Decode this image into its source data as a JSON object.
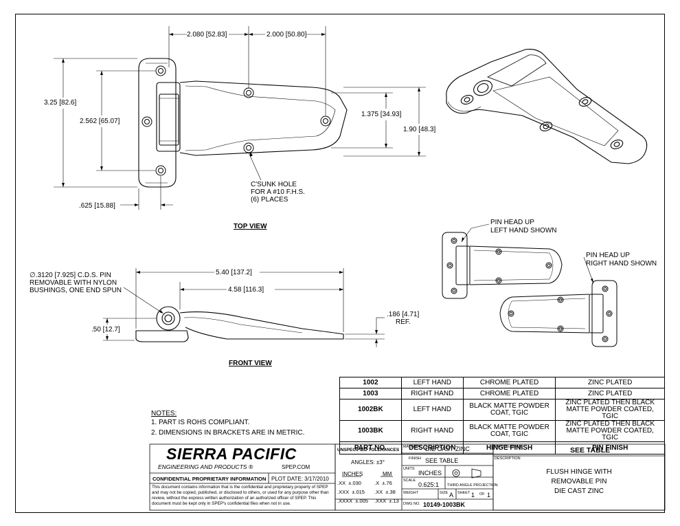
{
  "dimensions": {
    "top_left_span": "2.080",
    "top_left_span_mm": "52.83",
    "top_right_span": "2.000",
    "top_right_span_mm": "50.80",
    "overall_height": "3.25",
    "overall_height_mm": "82.6",
    "hole_spacing": "2.562",
    "hole_spacing_mm": "65.07",
    "leaf_width": "1.375",
    "leaf_width_mm": "34.93",
    "leaf_height": "1.90",
    "leaf_height_mm": "48.3",
    "edge_offset": ".625",
    "edge_offset_mm": "15.88",
    "overall_length": "5.40",
    "overall_length_mm": "137.2",
    "leaf_length": "4.58",
    "leaf_length_mm": "116.3",
    "thickness": ".50",
    "thickness_mm": "12.7",
    "ref_dim": ".186",
    "ref_dim_mm": "4.71",
    "ref_label": "REF."
  },
  "callouts": {
    "csunk_line1": "C'SUNK HOLE",
    "csunk_line2": "FOR A #10 F.H.S.",
    "csunk_line3": "(6) PLACES",
    "pin_line1": "∅.3120",
    "pin_line1_mm": "7.925",
    "pin_line1_tail": "C.D.S. PIN",
    "pin_line2": "REMOVABLE WITH NYLON",
    "pin_line3": "BUSHINGS, ONE END SPUN",
    "left_hand_line1": "PIN HEAD UP",
    "left_hand_line2": "LEFT HAND SHOWN",
    "right_hand_line1": "PIN HEAD UP",
    "right_hand_line2": "RIGHT HAND SHOWN"
  },
  "view_titles": {
    "top": "TOP VIEW",
    "front": "FRONT VIEW"
  },
  "notes": {
    "title": "NOTES:",
    "items": [
      "1.   PART IS ROHS COMPLIANT.",
      "2.   DIMENSIONS IN BRACKETS ARE IN METRIC."
    ]
  },
  "parts_table": {
    "rows": [
      {
        "part": "1002",
        "desc": "LEFT HAND",
        "hinge": "CHROME PLATED",
        "pin": "ZINC PLATED"
      },
      {
        "part": "1003",
        "desc": "RIGHT HAND",
        "hinge": "CHROME PLATED",
        "pin": "ZINC PLATED"
      },
      {
        "part": "1002BK",
        "desc": "LEFT HAND",
        "hinge": "BLACK MATTE POWDER COAT, TGIC",
        "pin": "ZINC PLATED THEN BLACK MATTE POWDER COATED, TGIC"
      },
      {
        "part": "1003BK",
        "desc": "RIGHT HAND",
        "hinge": "BLACK MATTE POWDER COAT, TGIC",
        "pin": "ZINC PLATED THEN BLACK MATTE POWDER COATED, TGIC"
      }
    ],
    "headers": {
      "part": "PART NO.",
      "desc": "DESCRIPTION",
      "hinge": "HINGE FINISH",
      "pin": "PIN FINISH"
    }
  },
  "title_block": {
    "company": "SIERRA PACIFIC",
    "company_sub": "ENGINEERING AND PRODUCTS",
    "reg_mark": "®",
    "website": "SPEP.COM",
    "confidential_title": "CONFIDENTIAL PROPRIETARY INFORMATION",
    "plot_date_label": "PLOT DATE:",
    "plot_date": "3/17/2010",
    "confidential_text": "This document contains information that is the confidential and proprietary property of SPEP and may not be copied, published, or disclosed to others, or used for any purpose other than review, without the express written authorization of an authorized officer of SPEP. This document must be kept only in SPEP's confidential files when not in use.",
    "unspecified_tolerances": "UNSPECIFIED TOLERANCES",
    "angles": "ANGLES: ±3°",
    "inches_label": "INCHES",
    "mm_label": "MM",
    "tolerances": [
      {
        "in_k": ".XX",
        "in_v": "±.030",
        "mm_k": ".X",
        "mm_v": "±.76"
      },
      {
        "in_k": ".XXX",
        "in_v": "±.015",
        "mm_k": ".XX",
        "mm_v": "±.38"
      },
      {
        "in_k": ".XXXX",
        "in_v": "±.005",
        "mm_k": ".XXX",
        "mm_v": "±.13"
      }
    ],
    "material_label": "MATERIAL",
    "material": "DIE CAST ZINC",
    "finish_label": "FINISH",
    "finish": "SEE TABLE",
    "units_label": "UNITS",
    "units": "INCHES",
    "scale_label": "SCALE",
    "scale": "0.625:1",
    "projection": "THIRD ANGLE PROJECTION",
    "weight_label": "WEIGHT",
    "size_label": "SIZE",
    "size": "A",
    "sheet_label": "SHEET",
    "sheet": "1",
    "of_label": "OF",
    "sheet_total": "1",
    "dwg_label": "DWG NO.",
    "dwg_no": "10149-1003BK",
    "part_number_label": "PART NUMBER",
    "part_number": "SEE TABLE",
    "description_label": "DESCRIPTION",
    "description": [
      "FLUSH HINGE WITH",
      "REMOVABLE PIN",
      "DIE CAST ZINC"
    ]
  }
}
